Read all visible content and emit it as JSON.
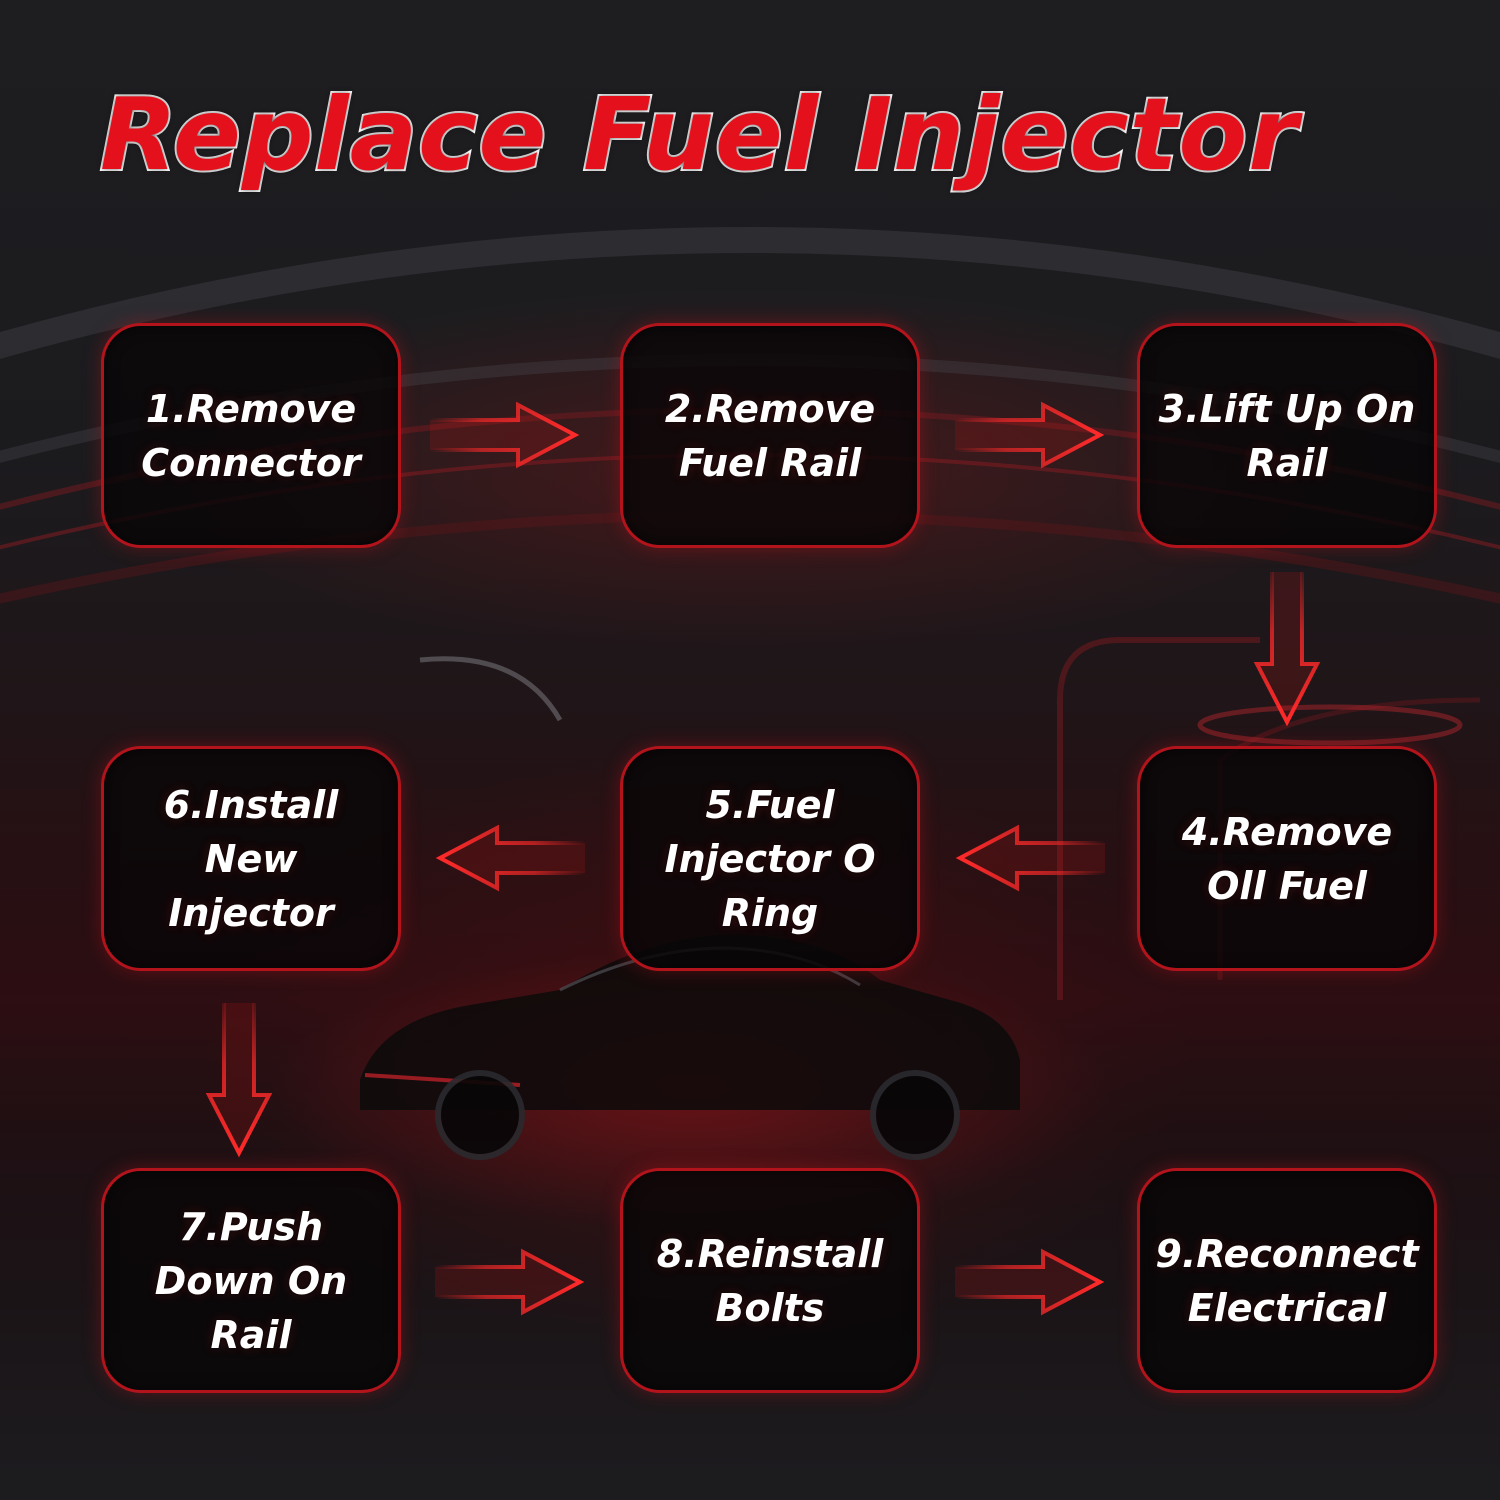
{
  "title": "Replace Fuel Injector",
  "steps": [
    {
      "label": "1.Remove Connector"
    },
    {
      "label": "2.Remove Fuel Rail"
    },
    {
      "label": "3.Lift Up On Rail"
    },
    {
      "label": "4.Remove Oll Fuel"
    },
    {
      "label": "5.Fuel Injector O Ring"
    },
    {
      "label": "6.Install New Injector"
    },
    {
      "label": "7.Push Down On Rail"
    },
    {
      "label": "8.Reinstall Bolts"
    },
    {
      "label": "9.Reconnect Electrical"
    }
  ],
  "flow": [
    "1-2",
    "2-3",
    "3-4",
    "4-5",
    "5-6",
    "6-7",
    "7-8",
    "8-9"
  ],
  "colors": {
    "accent": "#e4101c",
    "box_border": "#b3141c",
    "arrow": "#ff2a2a",
    "text": "#ffffff"
  }
}
